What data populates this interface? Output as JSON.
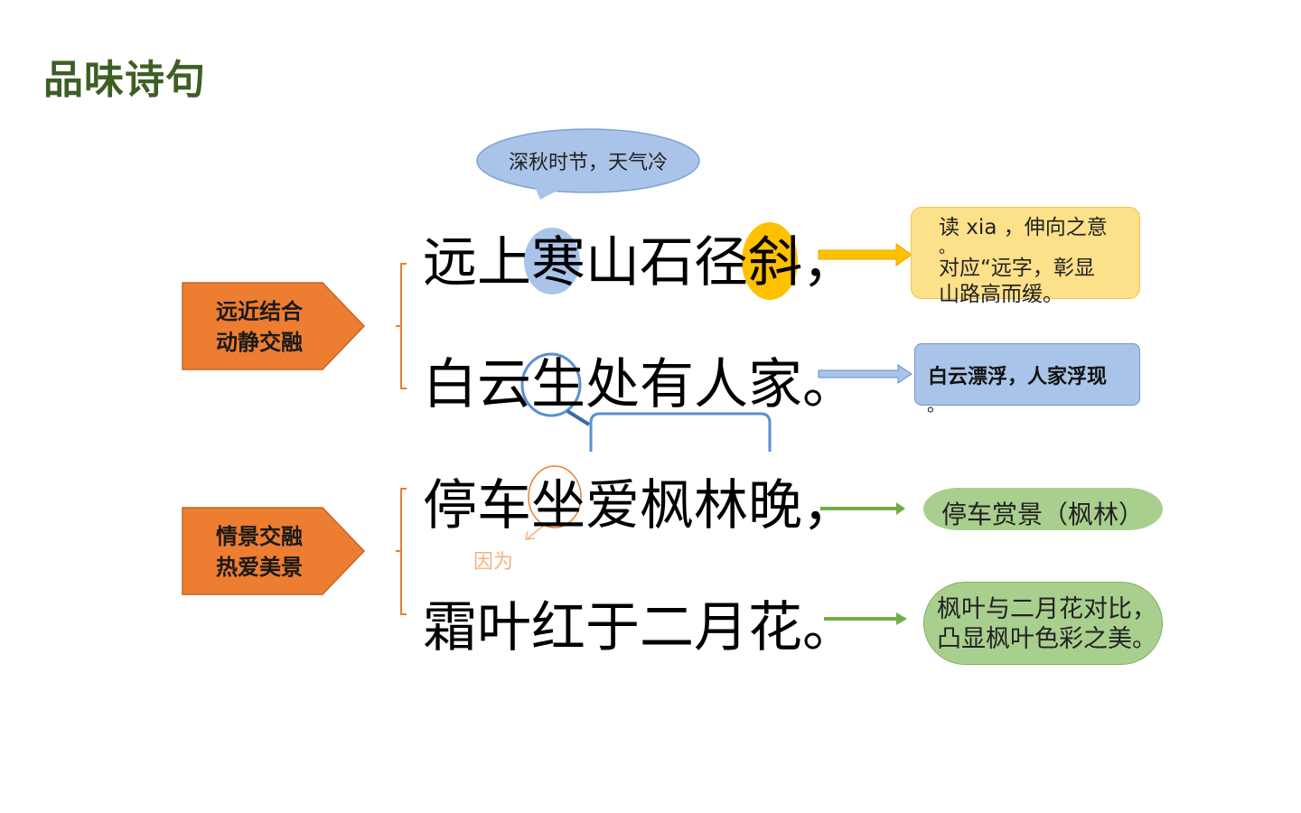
{
  "title": "品味诗句",
  "tags": [
    {
      "line1": "远近结合",
      "line2": "动静交融"
    },
    {
      "line1": "情景交融",
      "line2": "热爱美景"
    }
  ],
  "poem_lines": [
    "远上寒山石径斜，",
    "白云生处有人家。",
    "停车坐爱枫林晚，",
    "霜叶红于二月花。"
  ],
  "callout_bubble": "深秋时节，天气冷",
  "annotation_because": "因为",
  "notes": {
    "note1": [
      "读 xia ，伸向之意",
      "。",
      "对应“远字，彰显",
      "山路高而缓。"
    ],
    "note2": "白云漂浮，人家浮现",
    "note2_tail": "。",
    "note3": "停车赏景（枫林）",
    "note4": [
      "枫叶与二月花对比，",
      "凸显枫叶色彩之美。"
    ]
  },
  "colors": {
    "title": "#3d5f24",
    "tag_fill": "#ed7d31",
    "bracket": "#ed7d31",
    "highlight_blue": "#a9c4e8",
    "highlight_gold": "#ffc000",
    "arrow_gold": "#ffc000",
    "arrow_blue": "#a9c4e8",
    "arrow_green": "#70ad47",
    "because_text": "#f2b184"
  }
}
